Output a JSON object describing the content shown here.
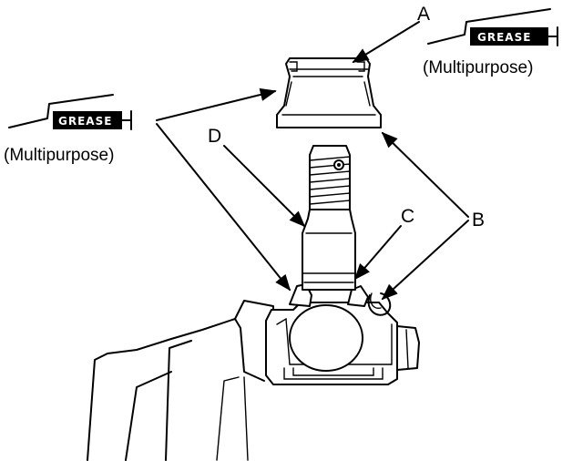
{
  "callouts": {
    "a": "A",
    "b": "B",
    "c": "C",
    "d": "D"
  },
  "grease_right": {
    "label": "GREASE",
    "note": "(Multipurpose)"
  },
  "grease_left": {
    "label": "GREASE",
    "note": "(Multipurpose)"
  }
}
